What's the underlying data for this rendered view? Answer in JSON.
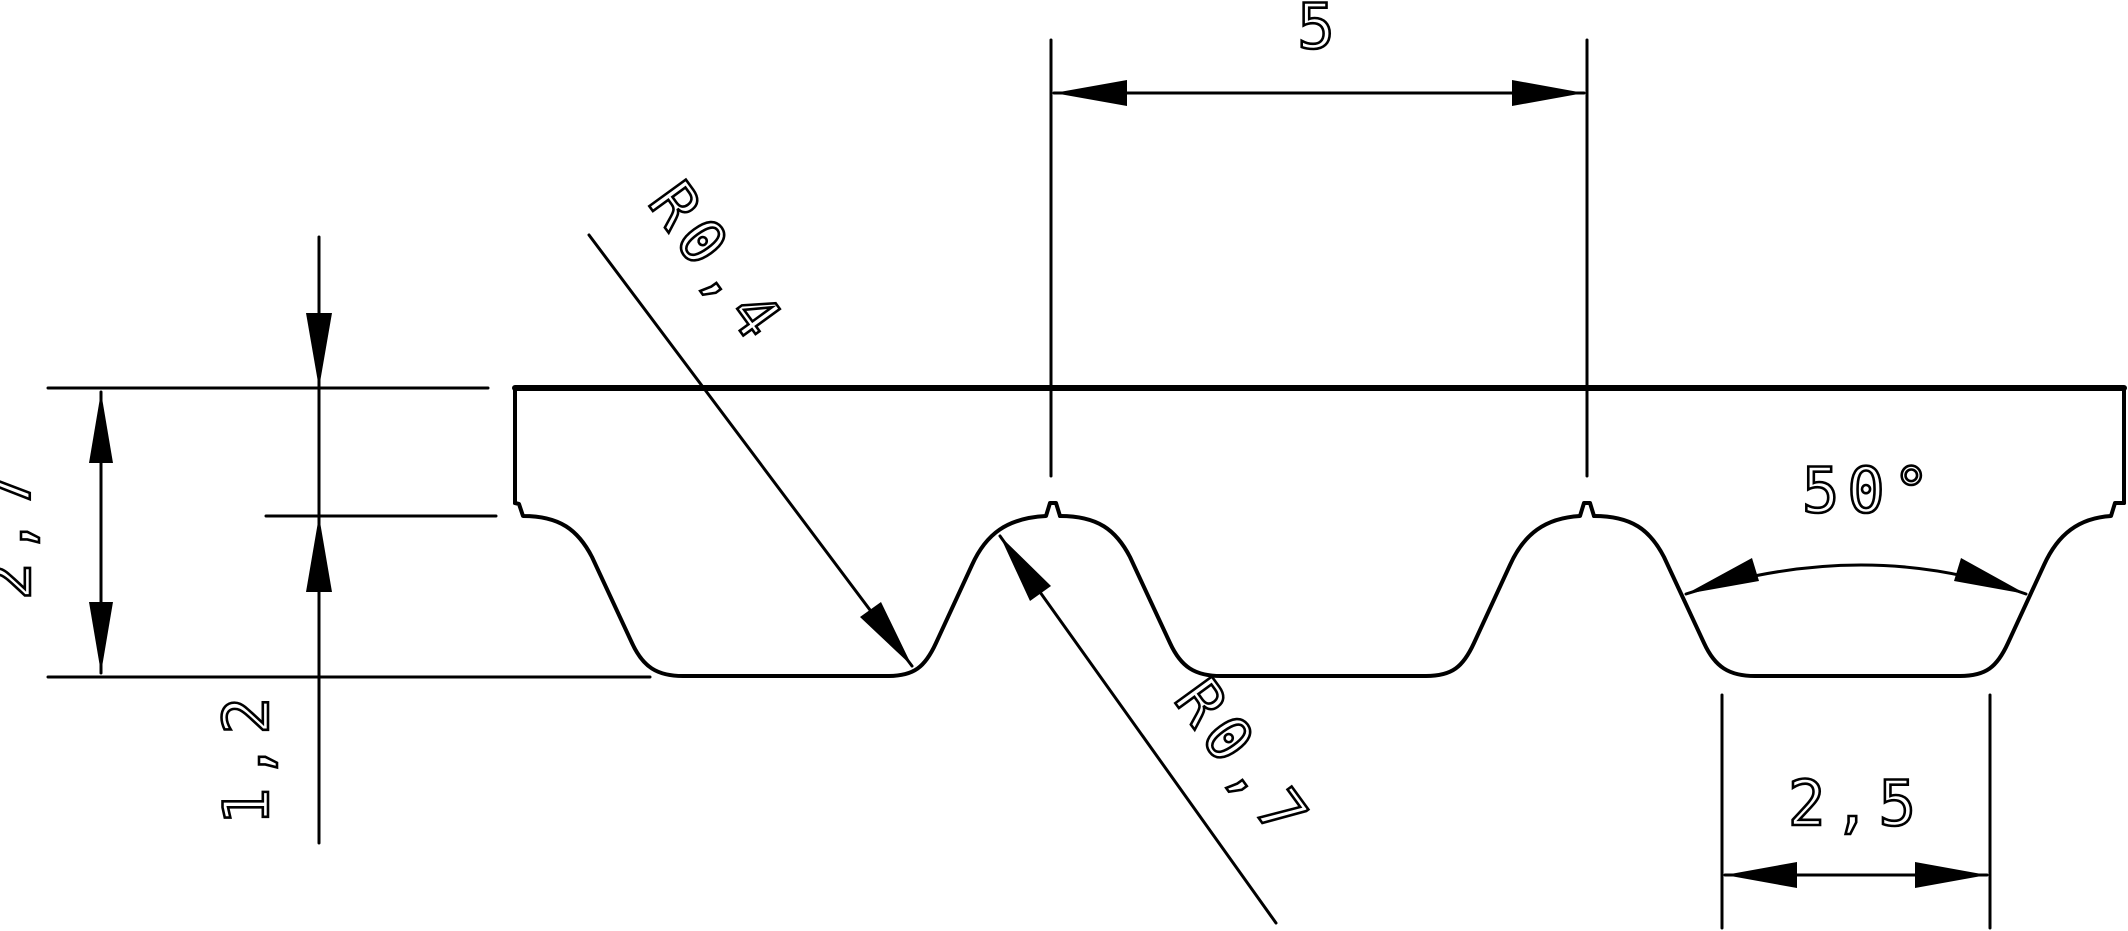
{
  "drawing": {
    "colors": {
      "line": "#000000",
      "background": "#ffffff"
    },
    "dimensions": {
      "pitch": "5",
      "total_height": "2,7",
      "tooth_height": "1,2",
      "root_radius": "R0,4",
      "tip_radius": "R0,7",
      "tooth_angle": "50°",
      "tooth_width": "2,5"
    }
  }
}
